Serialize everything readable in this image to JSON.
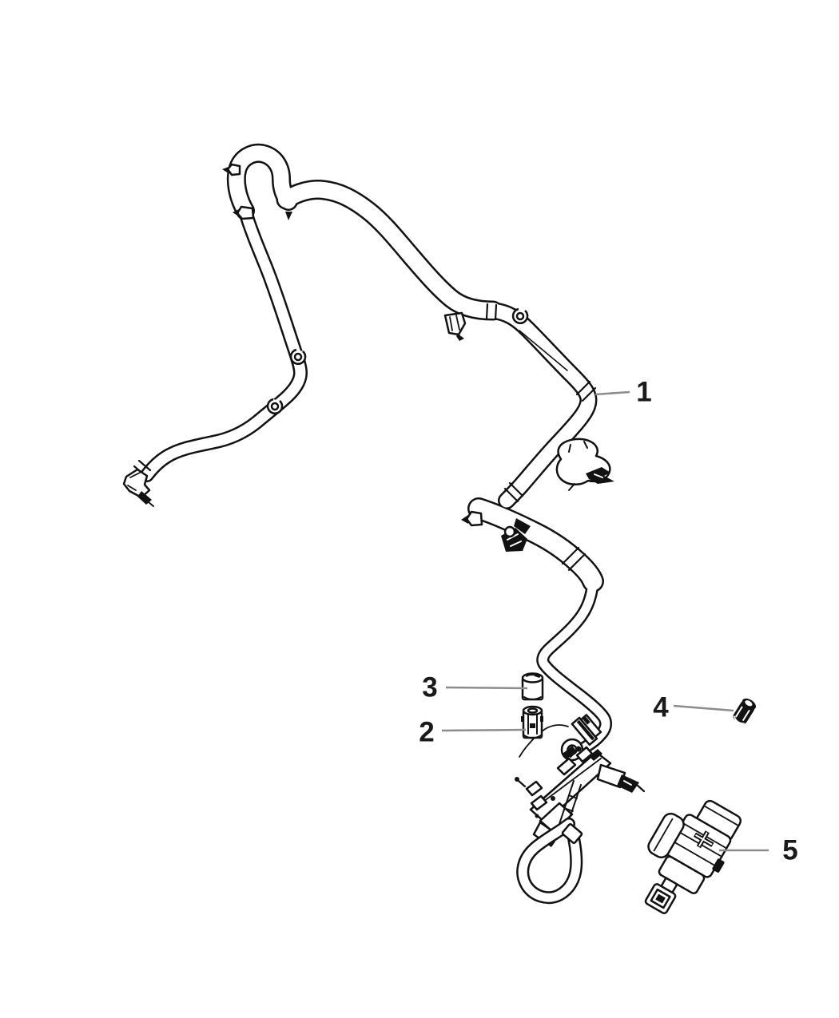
{
  "diagram": {
    "subject": "wiring-harness-exploded-parts-line-drawing",
    "background_color": "#ffffff",
    "line_color": "#121212",
    "leader_line_color": "#8c8c8c",
    "callout_label_color": "#1a1a1a",
    "callouts": [
      {
        "number": "1"
      },
      {
        "number": "2"
      },
      {
        "number": "3"
      },
      {
        "number": "4"
      },
      {
        "number": "5"
      }
    ]
  }
}
